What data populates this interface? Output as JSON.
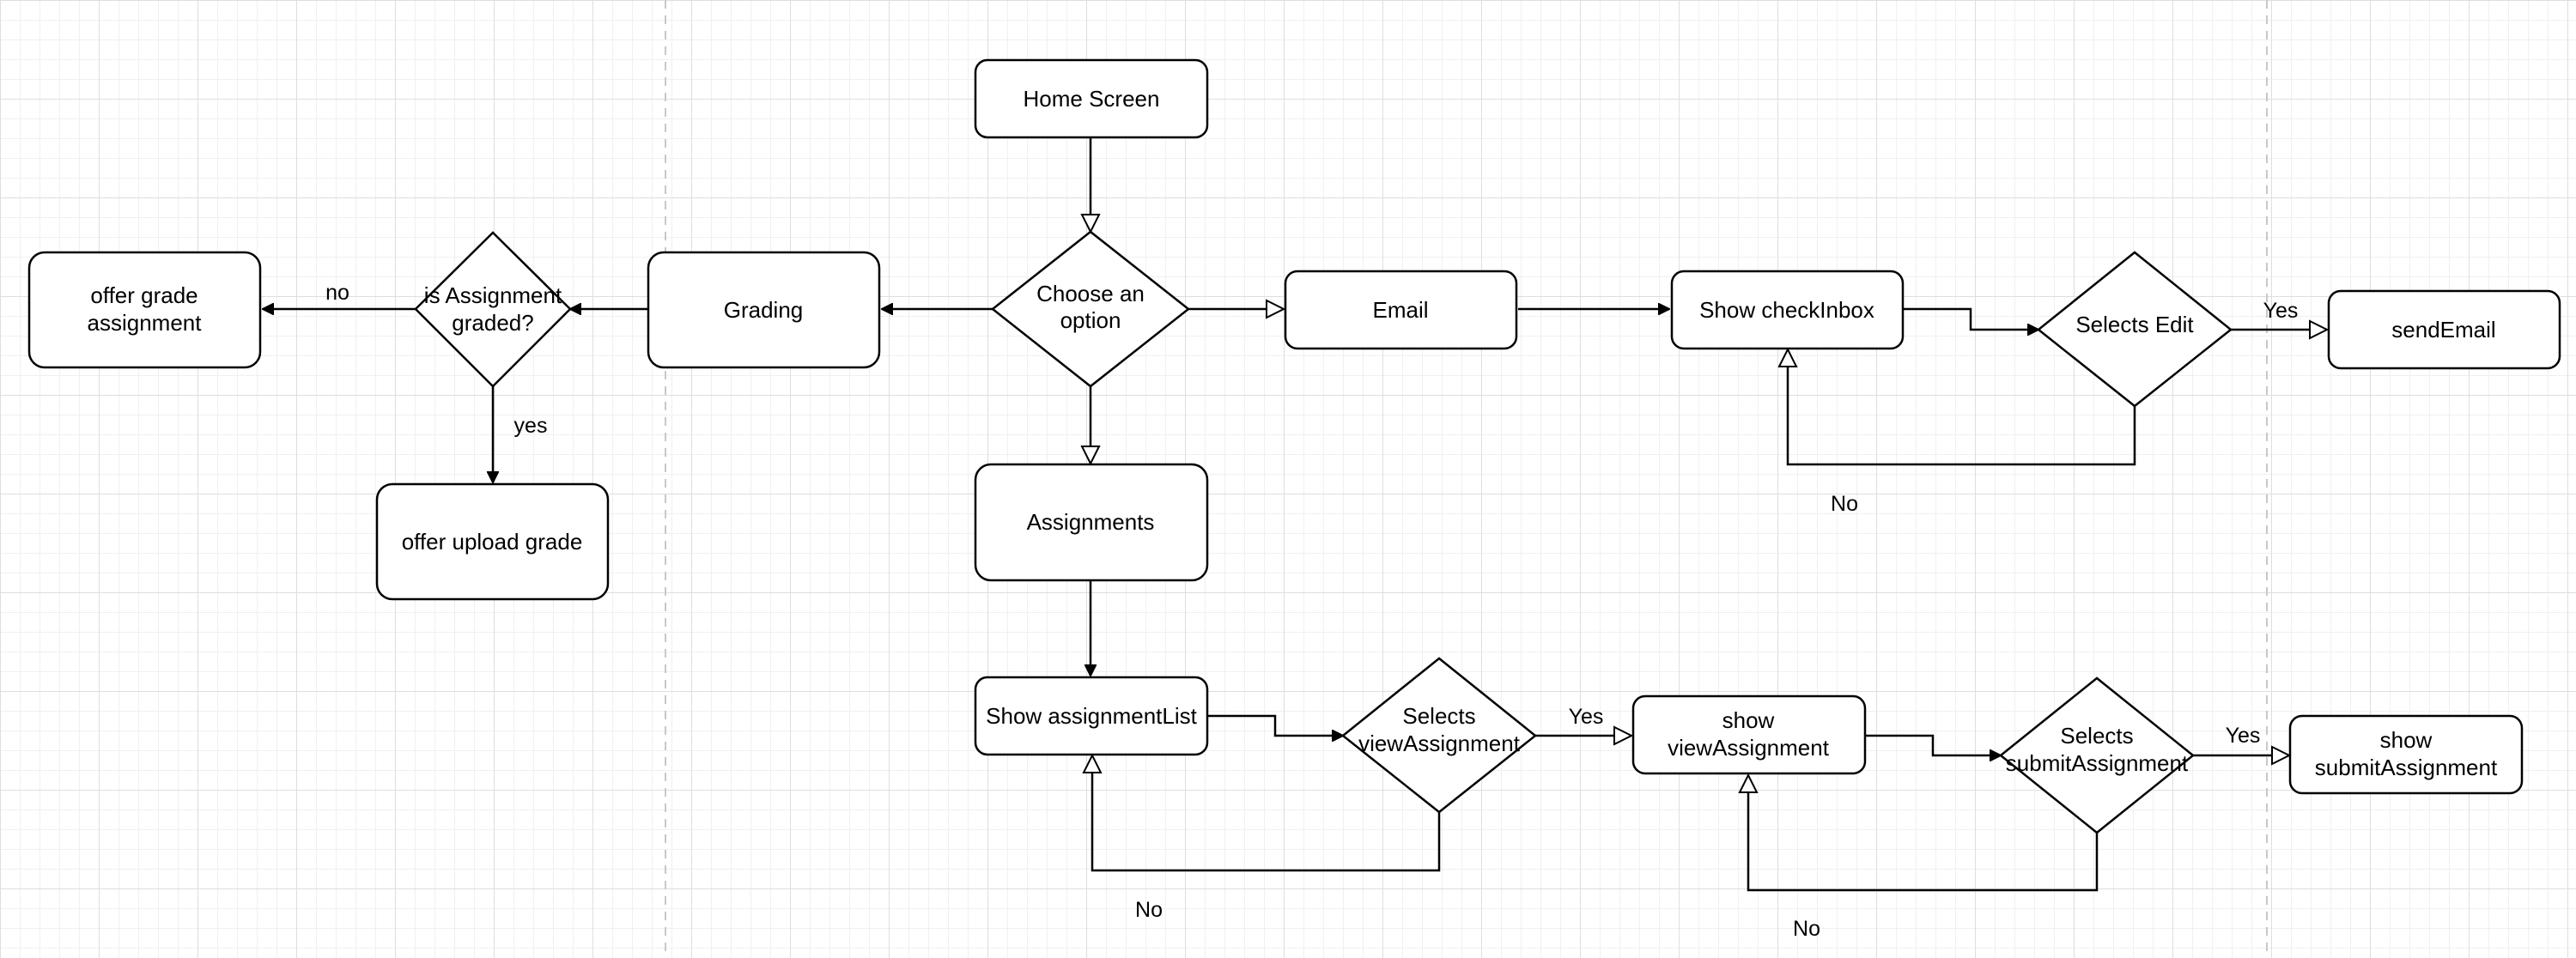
{
  "nodes": {
    "home_screen": "Home Screen",
    "choose_option": [
      "Choose an",
      "option"
    ],
    "grading": "Grading",
    "is_assignment_graded": [
      "is Assignment",
      "graded?"
    ],
    "offer_grade_assignment": [
      "offer grade",
      "assignment"
    ],
    "offer_upload_grade": "offer upload grade",
    "email": "Email",
    "show_check_inbox": "Show checkInbox",
    "selects_edit": "Selects Edit",
    "send_email": "sendEmail",
    "assignments": "Assignments",
    "show_assignment_list": "Show assignmentList",
    "selects_view_assignment": [
      "Selects",
      "viewAssignment"
    ],
    "show_view_assignment": [
      "show",
      "viewAssignment"
    ],
    "selects_submit_assignment": [
      "Selects",
      "submitAssignment"
    ],
    "show_submit_assignment": [
      "show",
      "submitAssignment"
    ]
  },
  "edge_labels": {
    "graded_no": "no",
    "graded_yes": "yes",
    "edit_yes": "Yes",
    "edit_no": "No",
    "view_yes": "Yes",
    "view_no": "No",
    "submit_yes": "Yes",
    "submit_no": "No"
  },
  "colors": {
    "stroke": "#000000",
    "fill": "#ffffff",
    "grid_major": "#dedede",
    "grid_minor": "#f0f0f0",
    "page_break": "#c8c8c8"
  }
}
